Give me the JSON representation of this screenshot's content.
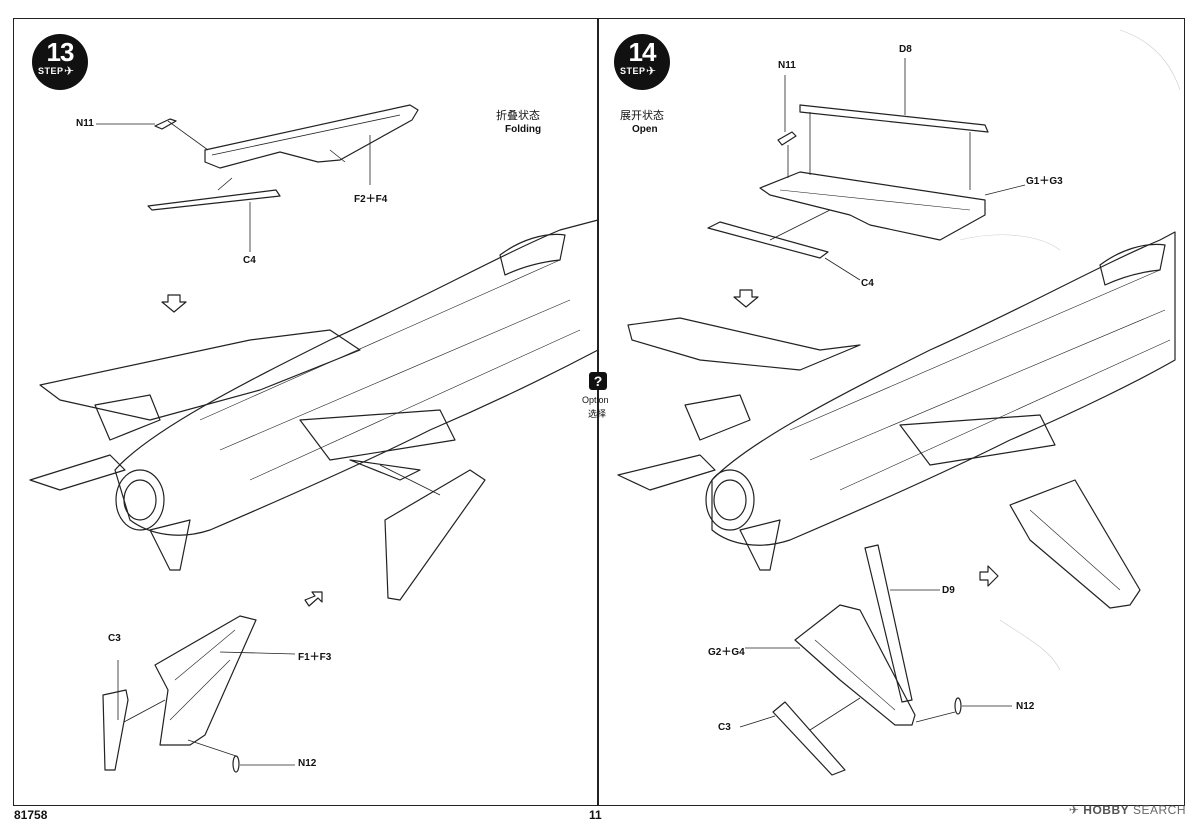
{
  "left_panel": {
    "step_number": "13",
    "step_word": "STEP",
    "state_cn": "折叠状态",
    "state_en": "Folding",
    "callouts": {
      "n11": "N11",
      "f2_f4": "F2＋F4",
      "c4": "C4",
      "c3": "C3",
      "f1_f3": "F1＋F3",
      "n12": "N12"
    }
  },
  "right_panel": {
    "step_number": "14",
    "step_word": "STEP",
    "state_cn": "展开状态",
    "state_en": "Open",
    "callouts": {
      "n11": "N11",
      "d8": "D8",
      "g1_g3": "G1＋G3",
      "c4": "C4",
      "d9": "D9",
      "g2_g4": "G2＋G4",
      "c3": "C3",
      "n12": "N12"
    }
  },
  "option": {
    "icon": "?",
    "label_en": "Option",
    "label_cn": "选择"
  },
  "footer": {
    "kit_number": "81758",
    "page_number": "11"
  },
  "watermark": {
    "brand_icon": "hobby-search-logo",
    "brand_name_bold": "HOBBY",
    "brand_name": "SEARCH"
  }
}
